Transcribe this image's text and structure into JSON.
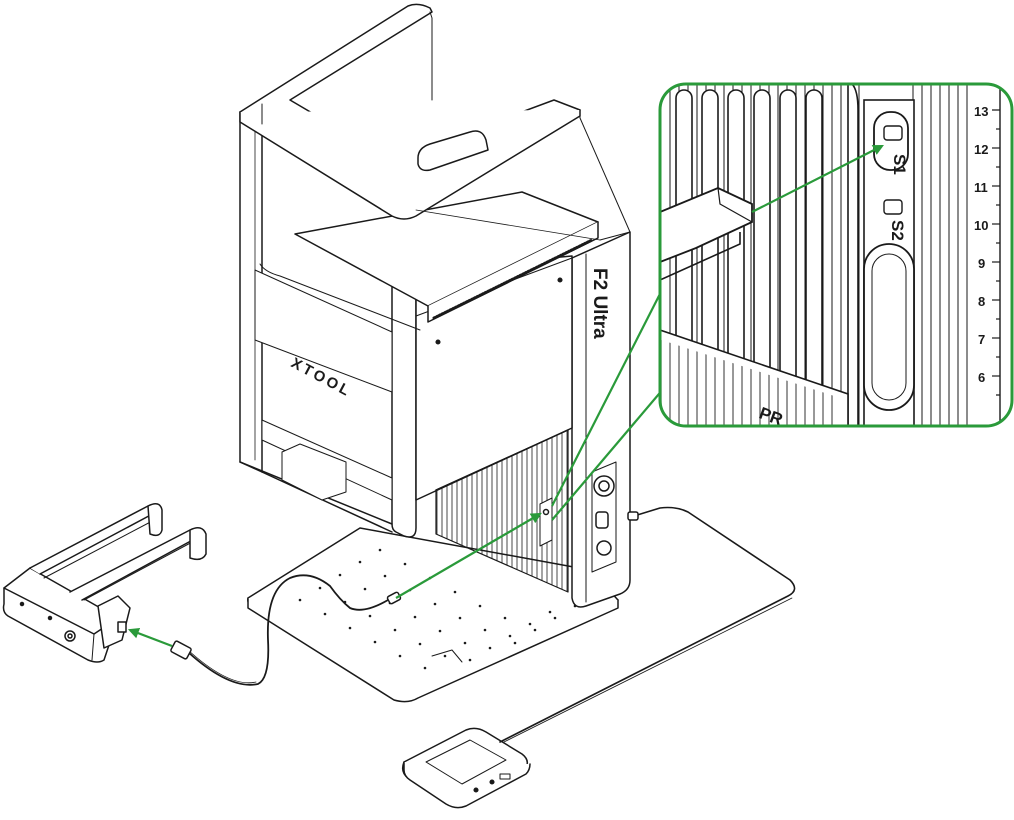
{
  "diagram": {
    "colors": {
      "line": "#1a1a1a",
      "accent": "#2a9a3a",
      "fill": "#ffffff",
      "shade": "#f2f2f2"
    },
    "machine": {
      "brand_label": "XTOOL",
      "model_label": "F2 Ultra"
    },
    "zoom_callout": {
      "port_labels": [
        "S1",
        "S2"
      ],
      "ruler_numbers": [
        "13",
        "12",
        "11",
        "10",
        "9",
        "8",
        "7",
        "6"
      ],
      "edge_text": "PR"
    },
    "parts": [
      "laser-enclosure",
      "rotary-attachment",
      "foot-pedal",
      "connection-cable"
    ]
  }
}
